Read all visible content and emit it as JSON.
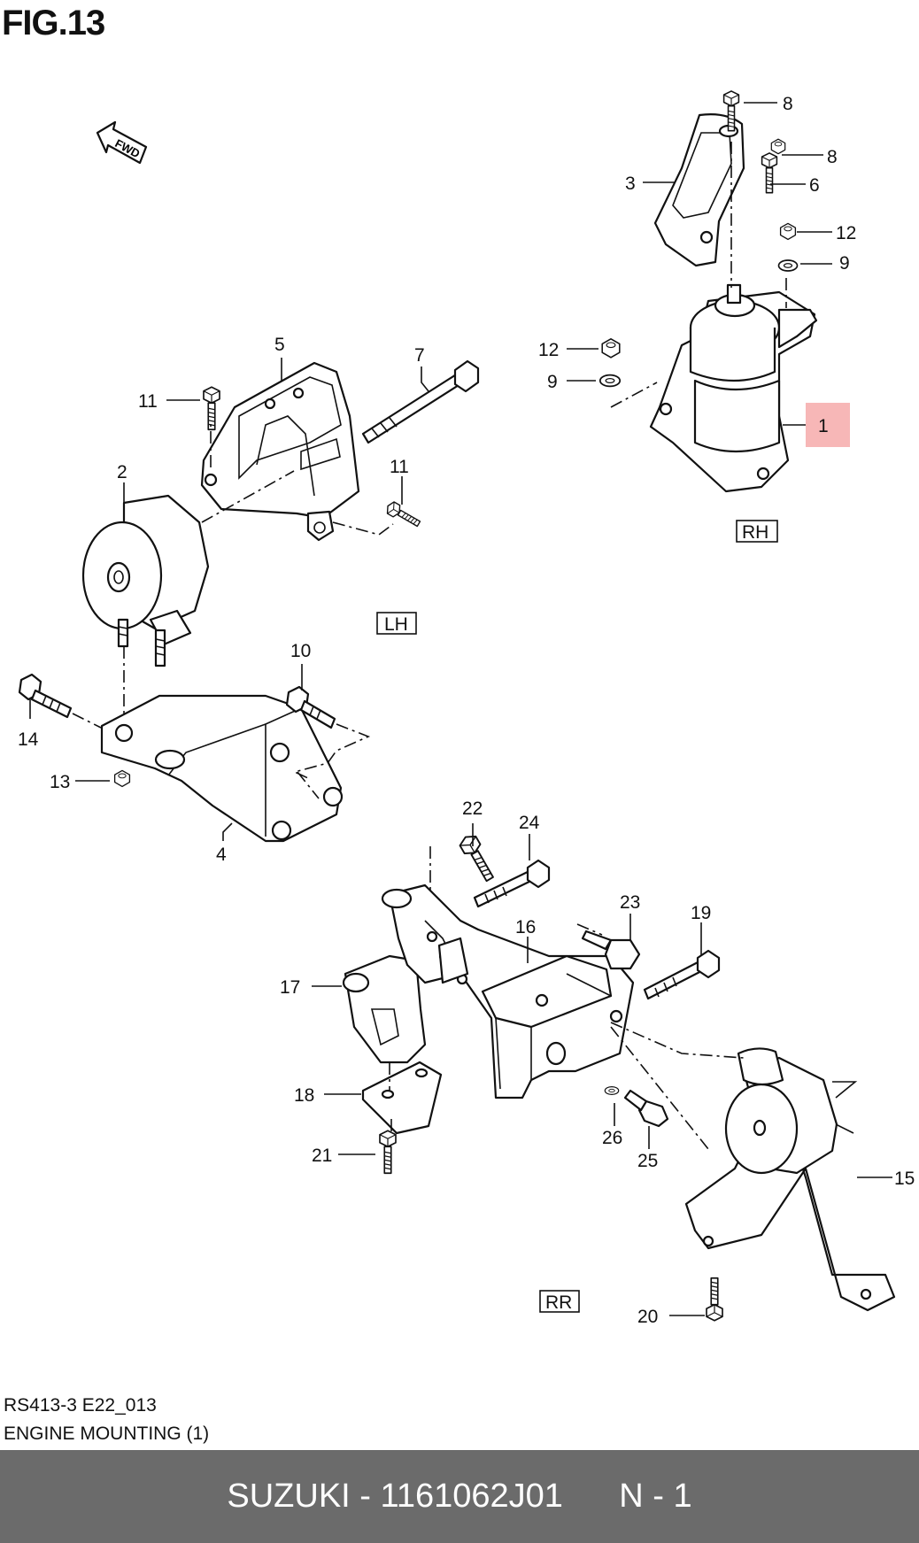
{
  "figure_title": "FIG.13",
  "fwd_label": "FWD",
  "callouts": [
    "1",
    "2",
    "3",
    "4",
    "5",
    "6",
    "7",
    "8",
    "8",
    "9",
    "9",
    "10",
    "11",
    "11",
    "12",
    "12",
    "13",
    "14",
    "15",
    "16",
    "17",
    "18",
    "19",
    "20",
    "21",
    "22",
    "23",
    "24",
    "25",
    "26"
  ],
  "section_labels": {
    "rh": "RH",
    "lh": "LH",
    "rr": "RR"
  },
  "highlighted_part": "1",
  "highlight_color": "#f7b7b7",
  "footer_background": "#6b6b6b",
  "caption": {
    "code": "RS413-3 E22_013",
    "name": "ENGINE MOUNTING (1)"
  },
  "footer": {
    "brand": "SUZUKI",
    "separator": " - ",
    "part_number": "1161062J01",
    "page": "N - 1"
  }
}
